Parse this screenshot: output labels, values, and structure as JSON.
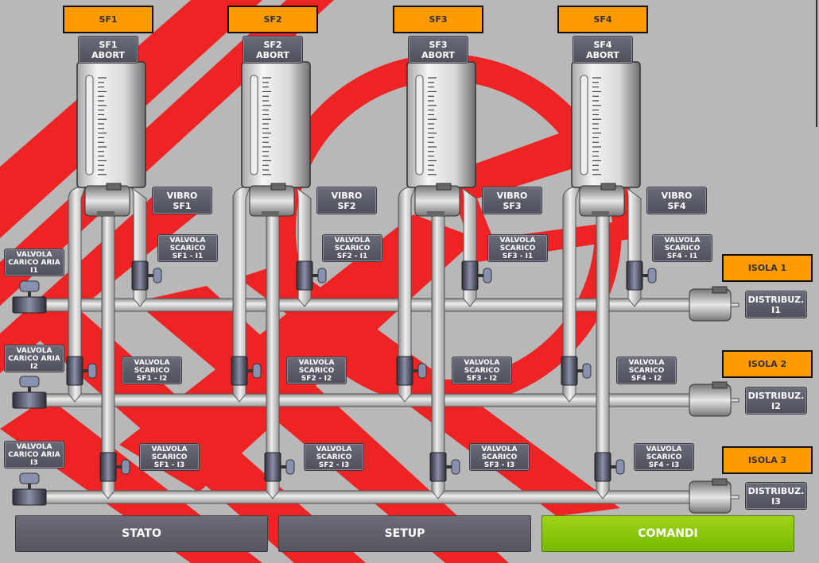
{
  "silos": [
    {
      "header": "SF1",
      "abort": "SF1\nABORT",
      "vibro": "VIBRO\nSF1",
      "scarico": [
        "VALVOLA\nSCARICO\nSF1 - I1",
        "VALVOLA\nSCARICO\nSF1 - I2",
        "VALVOLA\nSCARICO\nSF1 - I3"
      ]
    },
    {
      "header": "SF2",
      "abort": "SF2\nABORT",
      "vibro": "VIBRO\nSF2",
      "scarico": [
        "VALVOLA\nSCARICO\nSF2 - I1",
        "VALVOLA\nSCARICO\nSF2 - I2",
        "VALVOLA\nSCARICO\nSF2 - I3"
      ]
    },
    {
      "header": "SF3",
      "abort": "SF3\nABORT",
      "vibro": "VIBRO\nSF3",
      "scarico": [
        "VALVOLA\nSCARICO\nSF3 - I1",
        "VALVOLA\nSCARICO\nSF3 - I2",
        "VALVOLA\nSCARICO\nSF3 - I3"
      ]
    },
    {
      "header": "SF4",
      "abort": "SF4\nABORT",
      "vibro": "VIBRO\nSF4",
      "scarico": [
        "VALVOLA\nSCARICO\nSF4 - I1",
        "VALVOLA\nSCARICO\nSF4 - I2",
        "VALVOLA\nSCARICO\nSF4 - I3"
      ]
    }
  ],
  "isole": [
    {
      "label": "ISOLA 1",
      "carico": "VALVOLA\nCARICO ARIA\nI1",
      "distrib": "DISTRIBUZ.\nI1"
    },
    {
      "label": "ISOLA 2",
      "carico": "VALVOLA\nCARICO ARIA\nI2",
      "distrib": "DISTRIBUZ.\nI2"
    },
    {
      "label": "ISOLA 3",
      "carico": "VALVOLA\nCARICO ARIA\nI3",
      "distrib": "DISTRIBUZ.\nI3"
    }
  ],
  "nav": {
    "stato": "STATO",
    "setup": "SETUP",
    "comandi": "COMANDI"
  },
  "colors": {
    "background": "#b8b8b8",
    "logo_red": "#ee2222",
    "header_orange": "#ff9a00",
    "active_green": "#8cc800"
  }
}
